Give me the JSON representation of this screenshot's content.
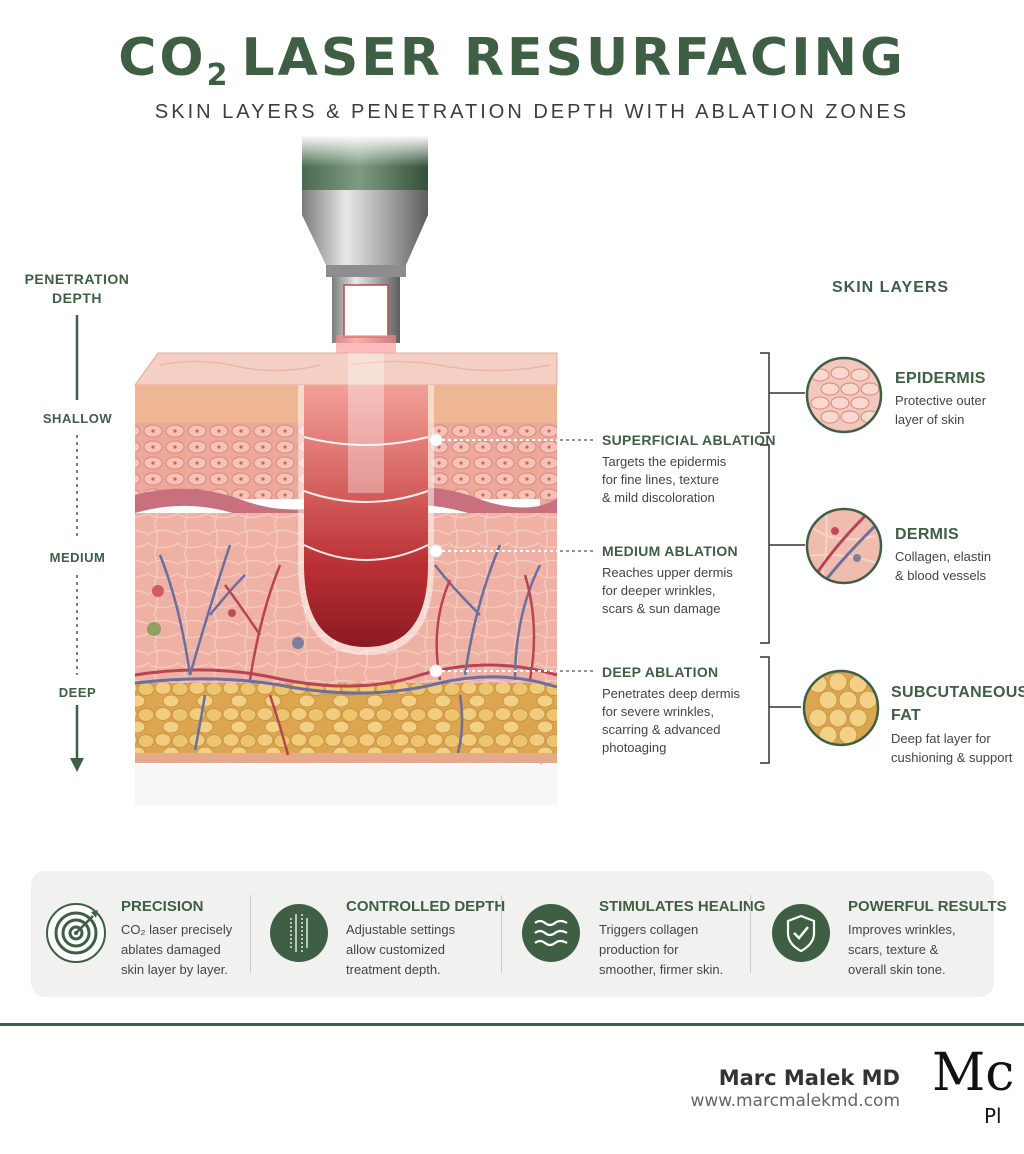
{
  "header": {
    "title_prefix": "CO",
    "title_sub": "2",
    "title_rest": "LASER RESURFACING",
    "subtitle": "SKIN LAYERS & PENETRATION DEPTH WITH ABLATION ZONES"
  },
  "depth_axis": {
    "heading_line1": "PENETRATION",
    "heading_line2": "DEPTH",
    "levels": [
      "SHALLOW",
      "MEDIUM",
      "DEEP"
    ]
  },
  "skin_layers": {
    "heading": "SKIN LAYERS",
    "items": [
      {
        "title": "EPIDERMIS",
        "desc_line1": "Protective outer",
        "desc_line2": "layer of skin"
      },
      {
        "title": "DERMIS",
        "desc_line1": "Collagen, elastin",
        "desc_line2": "& blood vessels"
      },
      {
        "title_line1": "SUBCUTANEOUS",
        "title_line2": "FAT",
        "desc_line1": "Deep fat layer for",
        "desc_line2": "cushioning & support"
      }
    ]
  },
  "ablation_zones": [
    {
      "title": "SUPERFICIAL ABLATION",
      "lines": [
        "Targets the epidermis",
        "for fine lines, texture",
        "& mild discoloration"
      ]
    },
    {
      "title": "MEDIUM ABLATION",
      "lines": [
        "Reaches upper dermis",
        "for deeper wrinkles,",
        "scars & sun damage"
      ]
    },
    {
      "title": "DEEP ABLATION",
      "lines": [
        "Penetrates deep dermis",
        "for severe wrinkles,",
        "scarring & advanced",
        "photoaging"
      ]
    }
  ],
  "benefits": [
    {
      "icon": "target-icon",
      "title": "PRECISION",
      "lines": [
        "CO₂ laser precisely",
        "ablates damaged",
        "skin layer by layer."
      ]
    },
    {
      "icon": "depth-lines-icon",
      "title": "CONTROLLED DEPTH",
      "lines": [
        "Adjustable settings",
        "allow customized",
        "treatment depth."
      ]
    },
    {
      "icon": "waves-icon",
      "title": "STIMULATES HEALING",
      "lines": [
        "Triggers collagen",
        "production for",
        "smoother, firmer skin."
      ]
    },
    {
      "icon": "shield-check-icon",
      "title": "POWERFUL RESULTS",
      "lines": [
        "Improves wrinkles,",
        "scars, texture &",
        "overall skin tone."
      ]
    }
  ],
  "footer": {
    "name": "Marc Malek MD",
    "url": "www.marcmalekmd.com",
    "logo_text": "Mc",
    "logo_sub": "Pl"
  },
  "colors": {
    "brand_green": "#3f5f45",
    "skin_pink": "#eba99e",
    "ablation_red": "#b5242c",
    "fat_yellow": "#e9c26a"
  }
}
